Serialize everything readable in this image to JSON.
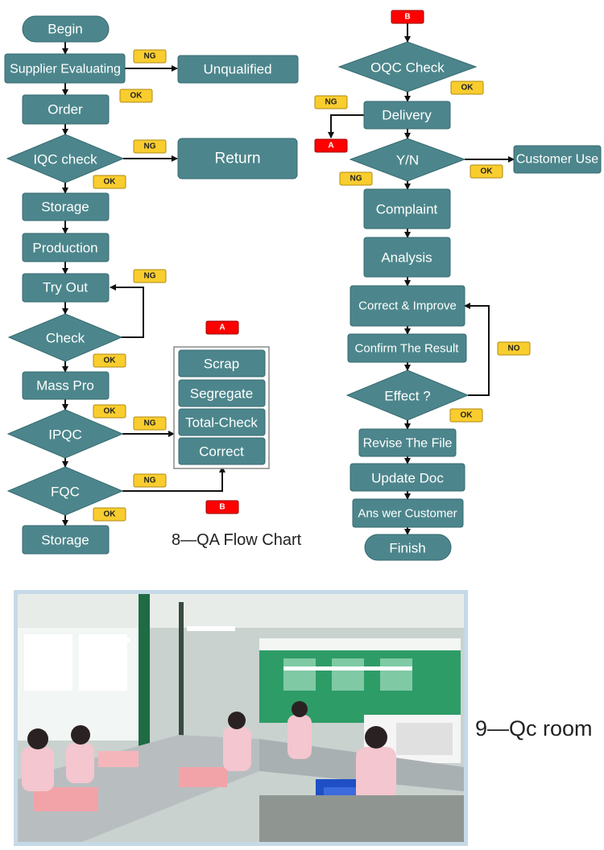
{
  "flowchart": {
    "left": {
      "begin": "Begin",
      "supplier": "Supplier Evaluating",
      "unqualified": "Unqualified",
      "order": "Order",
      "iqc": "IQC check",
      "return": "Return",
      "storage1": "Storage",
      "production": "Production",
      "tryout": "Try Out",
      "check": "Check",
      "masspro": "Mass Pro",
      "ipqc": "IPQC",
      "fqc": "FQC",
      "storage2": "Storage"
    },
    "actions": {
      "scrap": "Scrap",
      "segregate": "Segregate",
      "totalcheck": "Total-Check",
      "correct": "Correct"
    },
    "right": {
      "oqc": "OQC Check",
      "delivery": "Delivery",
      "yn": "Y/N",
      "customer_use": "Customer Use",
      "complaint": "Complaint",
      "analysis": "Analysis",
      "correct_improve": "Correct & Improve",
      "confirm": "Confirm The Result",
      "effect": "Effect ?",
      "revise": "Revise The File",
      "update": "Update Doc",
      "answer": "Ans wer Customer",
      "finish": "Finish"
    },
    "tags": {
      "ng": "NG",
      "ok": "OK",
      "no": "NO",
      "a": "A",
      "b": "B"
    },
    "colors": {
      "node": "#4c868c",
      "node_border": "#356a70",
      "node_text": "#ffffff",
      "ok_tag": "#f9cd2e",
      "red_tag": "#ff0000",
      "arrow": "#111111"
    }
  },
  "captions": {
    "flow_chart": "8—QA Flow Chart",
    "qc_room": "9—Qc room"
  }
}
